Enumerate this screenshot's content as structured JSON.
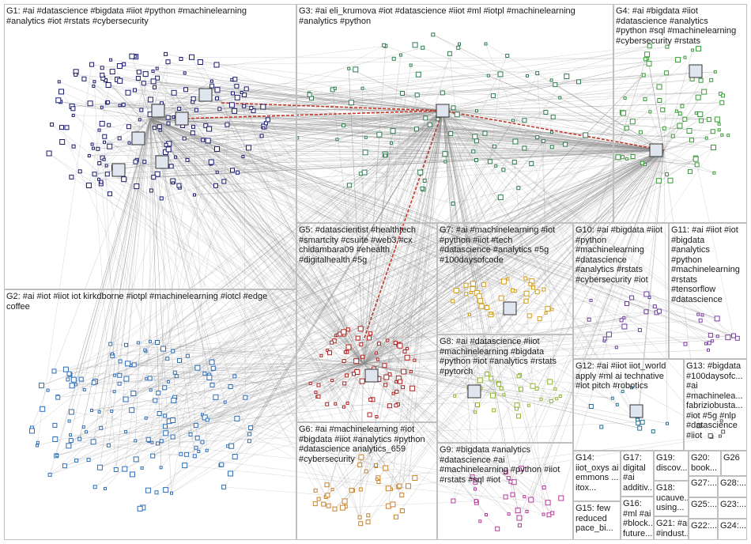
{
  "groups": [
    {
      "id": "G1",
      "label": "G1: #ai #datascience #bigdata #iiot #python #machinelearning\n#analytics #iot #rstats #cybersecurity",
      "color": "#1a1a6e"
    },
    {
      "id": "G2",
      "label": "G2: #ai #iot #iiot iot kirkdborne #iotpl #machinelearning #iotcl #edge\ncoffee",
      "color": "#2f6db5"
    },
    {
      "id": "G3",
      "label": "G3: #ai eli_krumova #iot #datascience #iiot #ml #iotpl #machinelearning\n#analytics #python",
      "color": "#2e7d4f"
    },
    {
      "id": "G4",
      "label": "G4: #ai #bigdata #iiot\n#datascience #analytics\n#python #sql #machinelearning\n#cybersecurity #rstats",
      "color": "#3a9a3a"
    },
    {
      "id": "G5",
      "label": "G5: #datascientist #healthtech\n#smartcity #csuite #web3 #cx\nchidambara09 #ehealth\n#digitalhealth #5g",
      "color": "#b22222"
    },
    {
      "id": "G6",
      "label": "G6: #ai #machinelearning #iot\n#bigdata #iiot #analytics #python\n#datascience analytics_659\n#cybersecurity",
      "color": "#c8822a"
    },
    {
      "id": "G7",
      "label": "G7: #ai #machinelearning #iot\n#python #iiot #tech\n#datascience #analytics #5g\n#100daysofcode",
      "color": "#d4a017"
    },
    {
      "id": "G8",
      "label": "G8: #ai #datascience #iiot\n#machinelearning #bigdata\n#python #iot #analytics #rstats\n#pytorch",
      "color": "#8fb52f"
    },
    {
      "id": "G9",
      "label": "G9: #bigdata #analytics\n#datascience #ai\n#machinelearning #python #iiot\n#rstats #sql #iot",
      "color": "#b5399a"
    },
    {
      "id": "G10",
      "label": "G10: #ai #bigdata #iiot\n#python\n#machinelearning\n#datascience\n#analytics #rstats\n#cybersecurity #iot",
      "color": "#6a3d9a"
    },
    {
      "id": "G11",
      "label": "G11: #ai #iiot #iot\n#bigdata\n#analytics\n#python\n#machinelearning\n#rstats\n#tensorflow\n#datascience",
      "color": "#7b3fa0"
    },
    {
      "id": "G12",
      "label": "G12: #ai #iiot iiot_world\napply #ml ai technative\n#iot pitch #robotics",
      "color": "#2a6f8f"
    },
    {
      "id": "G13",
      "label": "G13: #bigdata\n#100daysofc...\n#ai\n#machinelea...\nfabriziobusta...\n#iot #5g #nlp\n#datascience\n#iiot",
      "color": "#555555"
    },
    {
      "id": "G14",
      "label": "G14:\niiot_oxys ai\nemmons ...\nitox...",
      "color": "#555555"
    },
    {
      "id": "G15",
      "label": "G15: few\nreduced\npace_bi...",
      "color": "#555555"
    },
    {
      "id": "G16",
      "label": "G16:\n#ml #ai\n#block...\nfuture...",
      "color": "#555555"
    },
    {
      "id": "G17",
      "label": "G17:\ndigital\n#ai\nadditiv...",
      "color": "#555555"
    },
    {
      "id": "G18",
      "label": "G18:\nucauve...\nusing...",
      "color": "#555555"
    },
    {
      "id": "G19",
      "label": "G19:\ndiscov...",
      "color": "#555555"
    },
    {
      "id": "G20",
      "label": "G20:\nbook...",
      "color": "#555555"
    },
    {
      "id": "G21",
      "label": "G21: #ai\n#indust...",
      "color": "#555555"
    },
    {
      "id": "G22",
      "label": "G22:...",
      "color": "#555555"
    },
    {
      "id": "G23",
      "label": "G23:...",
      "color": "#555555"
    },
    {
      "id": "G24",
      "label": "G24:...",
      "color": "#555555"
    },
    {
      "id": "G25",
      "label": "G25:...",
      "color": "#555555"
    },
    {
      "id": "G26",
      "label": "G26",
      "color": "#555555"
    },
    {
      "id": "G27",
      "label": "G27:...",
      "color": "#555555"
    },
    {
      "id": "G28",
      "label": "G28:...",
      "color": "#555555"
    }
  ],
  "colors": {
    "edge": "#8c8c8c",
    "highlight_edge": "#c0392b",
    "box_border": "#bfbfbf"
  }
}
